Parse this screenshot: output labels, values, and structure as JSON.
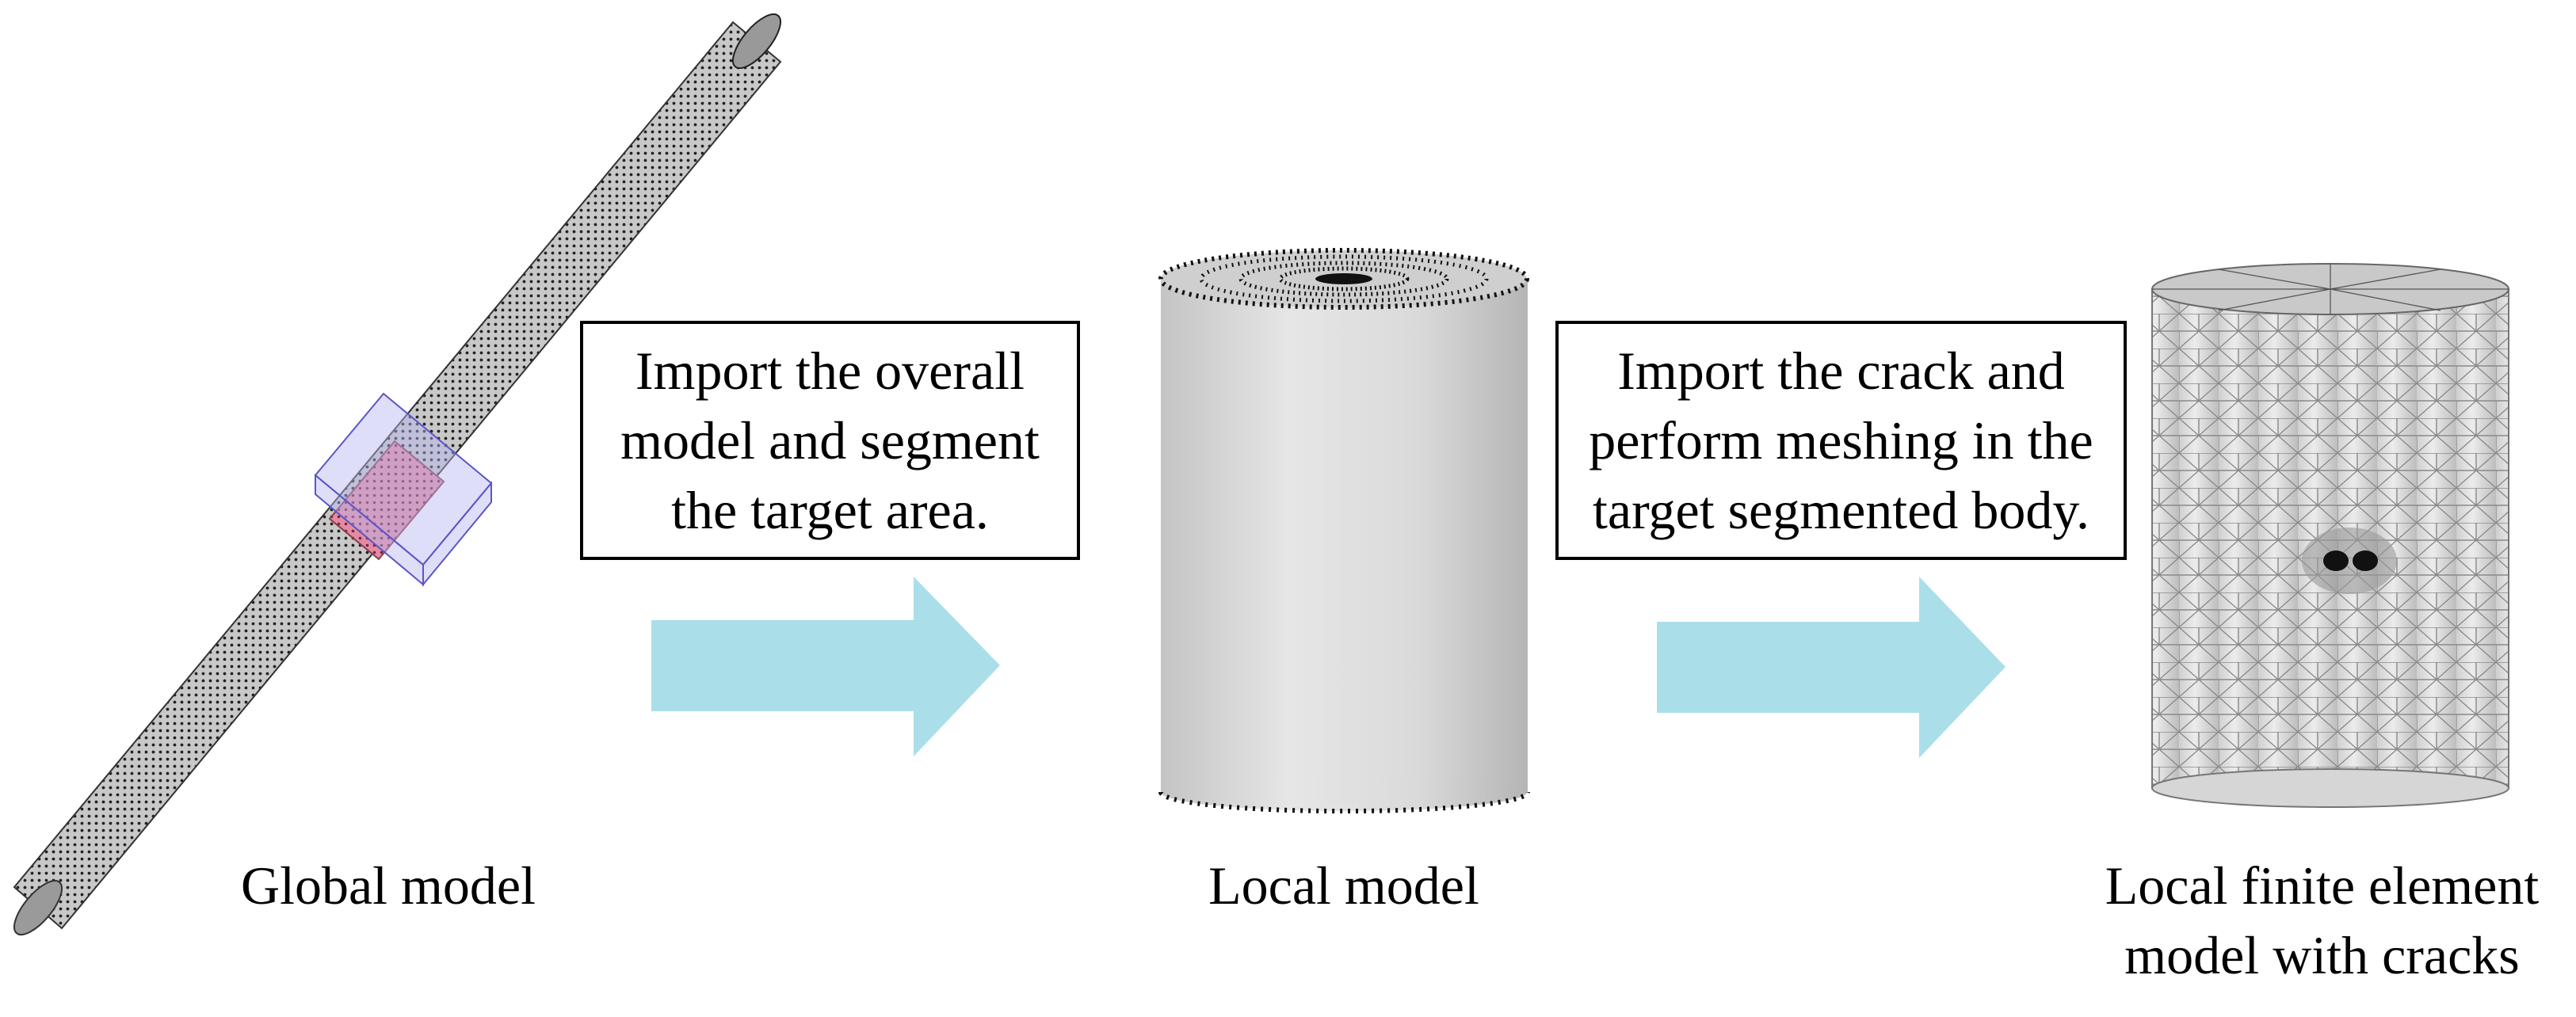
{
  "diagram": {
    "steps": [
      {
        "caption": [
          "Global model"
        ],
        "image_desc_icon": "meshed-rod-icon"
      },
      {
        "box_text": [
          "Import the overall",
          "model and segment",
          "the target area."
        ],
        "arrow_icon": "right-arrow-icon"
      },
      {
        "caption": [
          "Local model"
        ],
        "image_desc_icon": "cylinder-icon"
      },
      {
        "box_text": [
          "Import the crack and",
          "perform meshing in the",
          "target segmented body."
        ],
        "arrow_icon": "right-arrow-icon"
      },
      {
        "caption": [
          "Local finite element",
          "model with cracks"
        ],
        "image_desc_icon": "meshed-cylinder-icon"
      }
    ],
    "colors": {
      "arrow": "#aadfea",
      "segment_red": "#e58aa3",
      "segment_box": "#b9b6ef",
      "cylinder": "#dcdcdc"
    }
  }
}
